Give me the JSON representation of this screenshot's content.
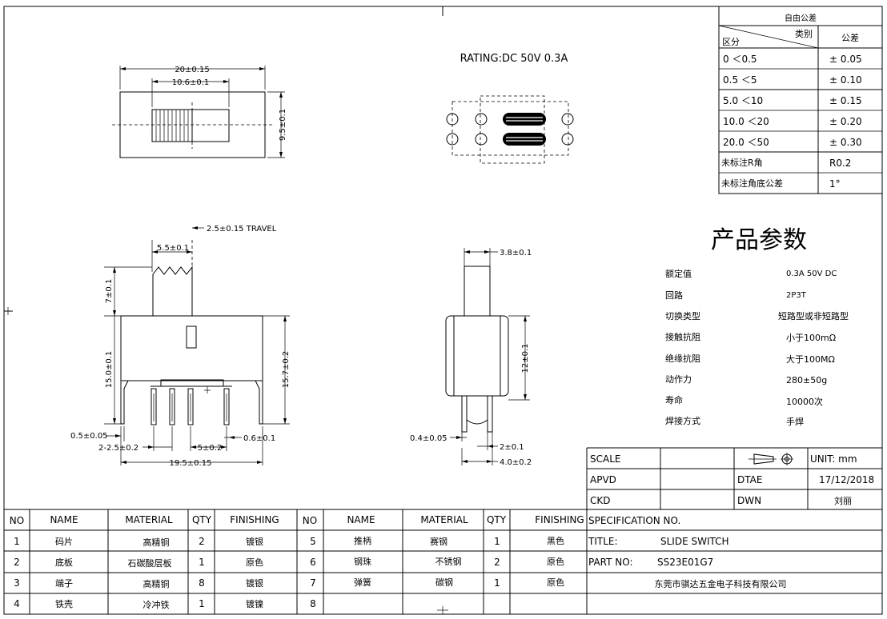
{
  "rating": "RATING:DC 50V 0.3A",
  "dims": {
    "d20": "20±0.15",
    "d106": "10.6±0.1",
    "d95": "9.5±0.1",
    "travel": "2.5±0.15 TRAVEL",
    "d55": "5.5±0.1",
    "d7": "7±0.1",
    "d15": "15.0±0.1",
    "d157": "15.7±0.2",
    "d05": "0.5±0.05",
    "d225": "2-2.5±0.2",
    "d5": "5±0.2",
    "d06": "0.6±0.1",
    "d195": "19.5±0.15",
    "d38": "3.8±0.1",
    "d12": "12±0.1",
    "d04": "0.4±0.05",
    "d2": "2±0.1",
    "d4": "4.0±0.2"
  },
  "tolerance": {
    "title": "自由公差",
    "col_category": "类别",
    "col_range": "区分",
    "col_tol": "公差",
    "rows": [
      {
        "range": "0    ＜0.5",
        "tol": "± 0.05"
      },
      {
        "range": "0.5    ＜5",
        "tol": "± 0.10"
      },
      {
        "range": "5.0    ＜10",
        "tol": "± 0.15"
      },
      {
        "range": "10.0   ＜20",
        "tol": "± 0.20"
      },
      {
        "range": "20.0   ＜50",
        "tol": "± 0.30"
      },
      {
        "range": "未标注R角",
        "tol": "R0.2"
      },
      {
        "range": "未标注角底公差",
        "tol": "1°"
      }
    ]
  },
  "params": {
    "title": "产品参数",
    "rows": [
      {
        "label": "额定值",
        "value": "0.3A 50V DC"
      },
      {
        "label": "回路",
        "value": "2P3T"
      },
      {
        "label": "切换类型",
        "value": "短路型或非短路型"
      },
      {
        "label": "接触抗阻",
        "value": "小于100mΩ"
      },
      {
        "label": "绝缘抗阻",
        "value": "大于100MΩ"
      },
      {
        "label": "动作力",
        "value": "280±50g"
      },
      {
        "label": "寿命",
        "value": "10000次"
      },
      {
        "label": "焊接方式",
        "value": "手焊"
      }
    ]
  },
  "titleblock": {
    "scale": "SCALE",
    "unit": "UNIT: mm",
    "apvd": "APVD",
    "dtae": "DTAE",
    "date": "17/12/2018",
    "ckd": "CKD",
    "dwn": "DWN",
    "drawer": "刘丽",
    "spec": "SPECIFICATION NO.",
    "title_label": "TITLE:",
    "title_value": "SLIDE SWITCH",
    "part_label": "PART NO:",
    "part_value": "SS23E01G7",
    "company": "东莞市骐达五金电子科技有限公司"
  },
  "bom": {
    "headers": [
      "NO",
      "NAME",
      "MATERIAL",
      "QTY",
      "FINISHING",
      "NO",
      "NAME",
      "MATERIAL",
      "QTY",
      "FINISHING"
    ],
    "rows": [
      [
        "1",
        "码片",
        "高精铜",
        "2",
        "镀银",
        "5",
        "推柄",
        "赛钢",
        "1",
        "黑色"
      ],
      [
        "2",
        "底板",
        "石碳酸层板",
        "1",
        "原色",
        "6",
        "钢珠",
        "不锈钢",
        "2",
        "原色"
      ],
      [
        "3",
        "端子",
        "高精铜",
        "8",
        "镀银",
        "7",
        "弹簧",
        "碳钢",
        "1",
        "原色"
      ],
      [
        "4",
        "铁壳",
        "冷冲铁",
        "1",
        "镀镍",
        "8",
        "",
        "",
        "",
        ""
      ]
    ]
  }
}
